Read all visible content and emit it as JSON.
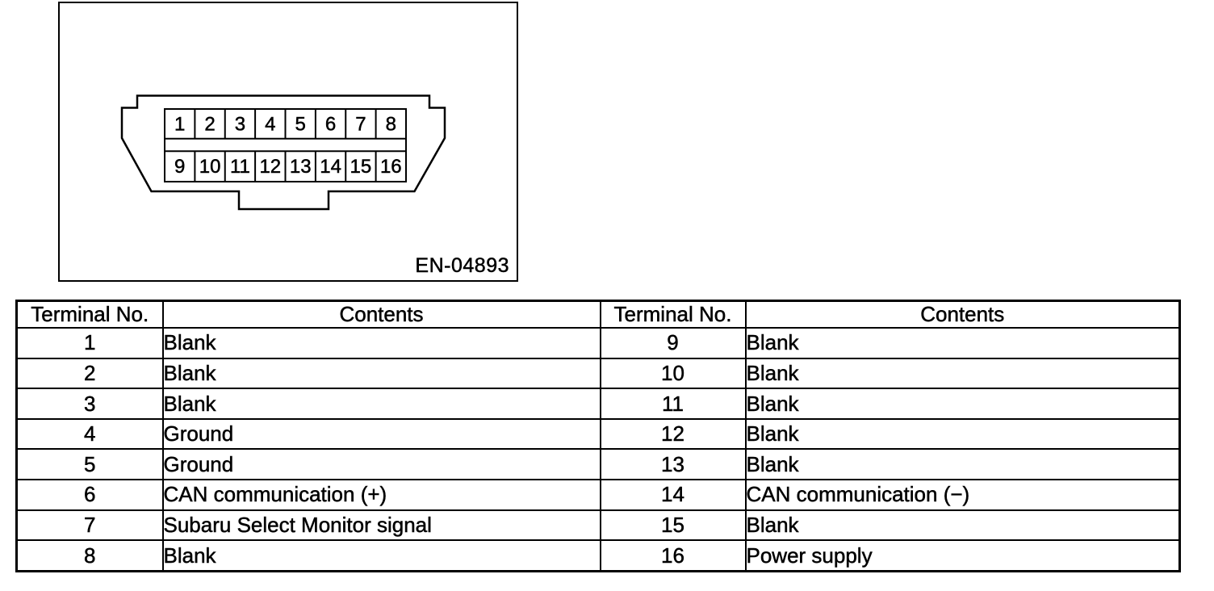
{
  "figure": {
    "label": "EN-04893",
    "pins": [
      "1",
      "2",
      "3",
      "4",
      "5",
      "6",
      "7",
      "8",
      "9",
      "10",
      "11",
      "12",
      "13",
      "14",
      "15",
      "16"
    ]
  },
  "table": {
    "headers": [
      "Terminal No.",
      "Contents",
      "Terminal No.",
      "Contents"
    ],
    "rows": [
      {
        "t1": "1",
        "c1": "Blank",
        "t2": "9",
        "c2": "Blank"
      },
      {
        "t1": "2",
        "c1": "Blank",
        "t2": "10",
        "c2": "Blank"
      },
      {
        "t1": "3",
        "c1": "Blank",
        "t2": "11",
        "c2": "Blank"
      },
      {
        "t1": "4",
        "c1": "Ground",
        "t2": "12",
        "c2": "Blank"
      },
      {
        "t1": "5",
        "c1": "Ground",
        "t2": "13",
        "c2": "Blank"
      },
      {
        "t1": "6",
        "c1": "CAN communication (+)",
        "t2": "14",
        "c2": "CAN communication (−)"
      },
      {
        "t1": "7",
        "c1": "Subaru Select Monitor signal",
        "t2": "15",
        "c2": "Blank"
      },
      {
        "t1": "8",
        "c1": "Blank",
        "t2": "16",
        "c2": "Power supply"
      }
    ]
  },
  "colors": {
    "ink": "#000000",
    "paper": "#ffffff"
  }
}
